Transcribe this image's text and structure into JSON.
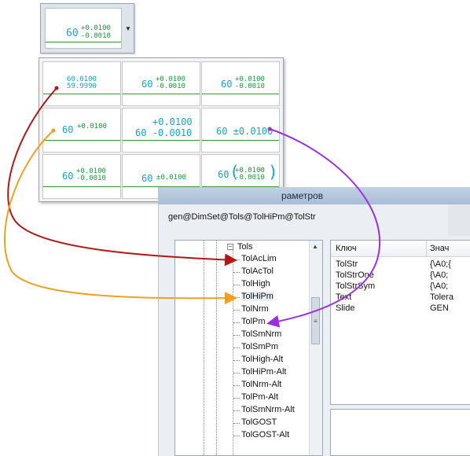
{
  "combo": {
    "main": "60",
    "upper": "+0.0100",
    "lower": "-0.0010",
    "arrow_icon": "triangle-down"
  },
  "palette": {
    "cells": [
      {
        "style": "limits",
        "upper_text": "60.0100",
        "lower_text": "59.9990"
      },
      {
        "style": "deviation",
        "main": "60",
        "upper": "+0.0100",
        "lower": "-0.0010"
      },
      {
        "style": "deviation",
        "main": "60",
        "upper": "+0.0100",
        "lower": "-0.0010"
      },
      {
        "style": "upper-only",
        "main": "60",
        "upper": "+0.0100"
      },
      {
        "style": "two-line",
        "line1": "+0.0100",
        "line2": "60 -0.0010"
      },
      {
        "style": "symmetric",
        "text": "60 ±0.0100"
      },
      {
        "style": "deviation",
        "main": "60",
        "upper": "+0.0100",
        "lower": "-0.0010"
      },
      {
        "style": "symmetric-small",
        "main": "60",
        "upper": "±0.0100"
      },
      {
        "style": "parenthesized",
        "main": "60",
        "upper": "+0.0100",
        "lower": "-0.0010"
      }
    ]
  },
  "dialog": {
    "title_fragment": "раметров",
    "path": "gen@DimSet@Tols@TolHiPm@TolStr",
    "tree": {
      "root_label": "Tols",
      "collapse_icon": "minus",
      "items": [
        "TolAcLim",
        "TolAcTol",
        "TolHigh",
        "TolHiPm",
        "TolNrm",
        "TolPm",
        "TolSmNrm",
        "TolSmPm",
        "TolHigh-Alt",
        "TolHiPm-Alt",
        "TolNrm-Alt",
        "TolPm-Alt",
        "TolSmNrm-Alt",
        "TolGOST",
        "TolGOST-Alt"
      ],
      "selected_index": 3
    },
    "kv": {
      "col_key": "Ключ",
      "col_value": "Знач",
      "rows": [
        {
          "key": "TolStr",
          "value": "{\\A0;{"
        },
        {
          "key": "TolStrOne",
          "value": "{\\A0;"
        },
        {
          "key": "TolStrSym",
          "value": "{\\A0;"
        },
        {
          "key": "Text",
          "value": "Tolera"
        },
        {
          "key": "Slide",
          "value": "GEN"
        }
      ]
    }
  },
  "colors": {
    "dim_text": "#1aa3c8",
    "tol_text": "#1a9a3a",
    "dim_line": "#2aa02a",
    "arrow_red": "#b01818",
    "arrow_orange": "#f0a020",
    "arrow_purple": "#9b30e0"
  }
}
